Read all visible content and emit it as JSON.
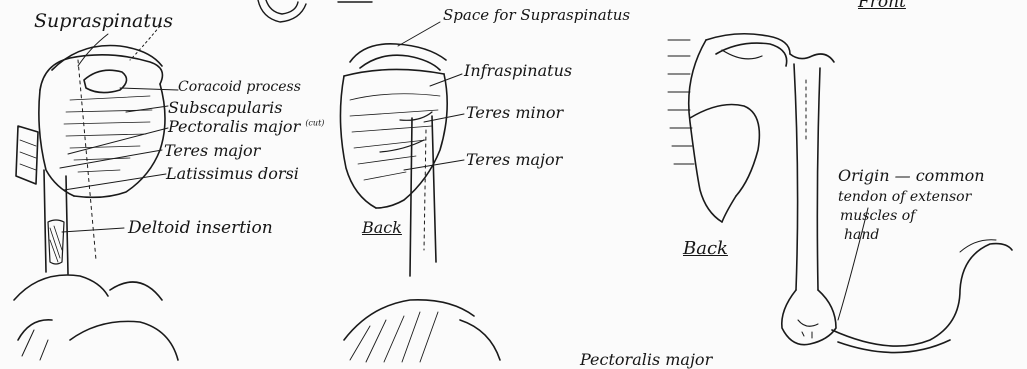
{
  "colors": {
    "ink": "#151515",
    "paper": "#fbfbfb"
  },
  "labels": {
    "supraspinatus": "Supraspinatus",
    "space_for_supraspinatus": "Space for Supraspinatus",
    "front": "Front",
    "coracoid_process": "Coracoid process",
    "subscapularis": "Subscapularis",
    "pectoralis_major": "Pectoralis major",
    "cut": "(cut)",
    "teres_major_left": "Teres major",
    "latissimus_dorsi": "Latissimus dorsi",
    "deltoid_insertion": "Deltoid insertion",
    "infraspinatus": "Infraspinatus",
    "teres_minor": "Teres minor",
    "teres_major_mid": "Teres major",
    "back_mid": "Back",
    "back_right": "Back",
    "origin_line1": "Origin — common",
    "origin_line2": "tendon of extensor",
    "origin_line3": "muscles of",
    "origin_line4": "hand",
    "pectoralis_major_bottom": "Pectoralis major"
  }
}
